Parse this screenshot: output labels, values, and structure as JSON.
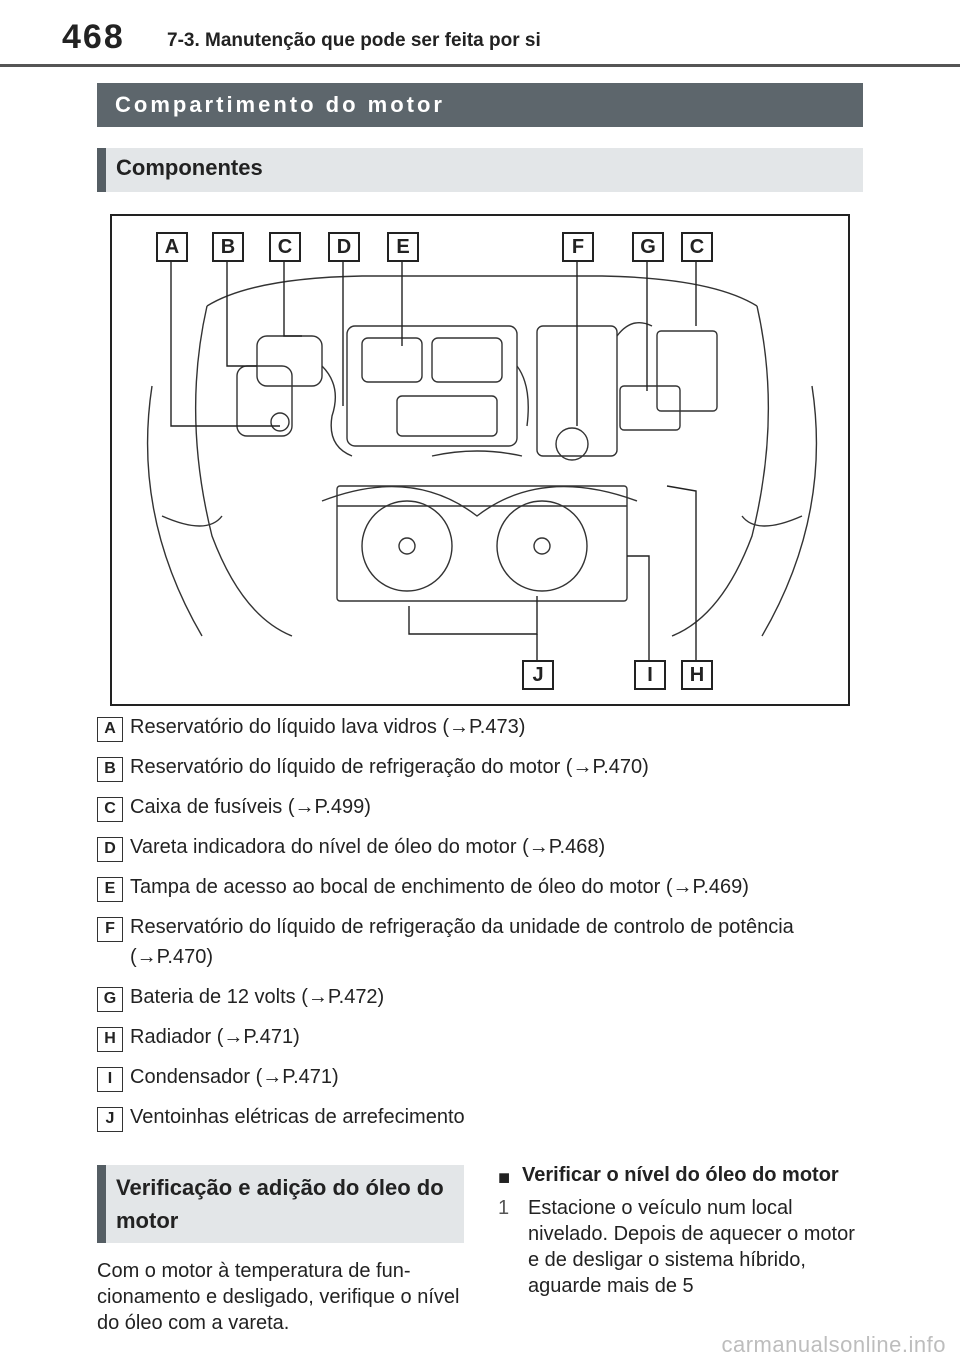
{
  "header": {
    "page_number": "468",
    "section": "7-3. Manutenção que pode ser feita por si"
  },
  "banner": {
    "title": "Compartimento do motor"
  },
  "components": {
    "title": "Componentes",
    "figure_labels_top": [
      "A",
      "B",
      "C",
      "D",
      "E",
      "F",
      "G",
      "C"
    ],
    "figure_labels_bottom": [
      "J",
      "I",
      "H"
    ]
  },
  "legend": [
    {
      "key": "A",
      "text": "Reservatório do líquido lava vidros (→P.473)"
    },
    {
      "key": "B",
      "text": "Reservatório do líquido de refrigeração do motor (→P.470)"
    },
    {
      "key": "C",
      "text": "Caixa de fusíveis (→P.499)"
    },
    {
      "key": "D",
      "text": "Vareta indicadora do nível de óleo do motor (→P.468)"
    },
    {
      "key": "E",
      "text": "Tampa de acesso ao bocal de enchimento de óleo do motor (→P.469)"
    },
    {
      "key": "F",
      "text": "Reservatório do líquido de refrigeração da unidade de controlo de potência (→P.470)"
    },
    {
      "key": "G",
      "text": "Bateria de 12 volts (→P.472)"
    },
    {
      "key": "H",
      "text": "Radiador (→P.471)"
    },
    {
      "key": "I",
      "text": "Condensador (→P.471)"
    },
    {
      "key": "J",
      "text": "Ventoinhas elétricas de arrefecimento"
    }
  ],
  "oil_section": {
    "title": "Verificação e adição do óleo do motor",
    "body": "Com o motor à temperatura de fun-cionamento e desligado, verifique o nível do óleo com a vareta."
  },
  "check_oil": {
    "bullet": "■",
    "heading": "Verificar o nível do óleo do motor",
    "step_number": "1",
    "step_text": "Estacione o veículo num local nivelado. Depois de aquecer o motor e de desligar o sistema híbrido, aguarde mais de 5"
  },
  "watermark": "carmanualsonline.info"
}
